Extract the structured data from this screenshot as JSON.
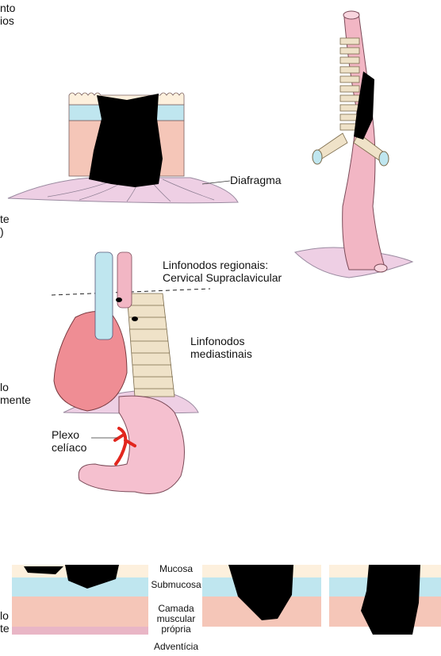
{
  "edge_fragments": {
    "top_left": "nto\nios",
    "mid_left_1": "te\n)",
    "mid_left_2": "lo\nmente",
    "bottom_left": "lo\nte"
  },
  "labels": {
    "diafragma": "Diafragma",
    "linfonodos_regionais": "Linfonodos regionais:\nCervical Supraclavicular",
    "linfonodos_mediastinais": "Linfonodos\nmediastinais",
    "plexo_celiaco": "Plexo\ncelíaco"
  },
  "layers": {
    "mucosa": "Mucosa",
    "submucosa": "Submucosa",
    "camada_muscular": "Camada\nmuscular\nprópria",
    "adventicia": "Adventícia"
  },
  "colors": {
    "mucosa_line": "#c9a36a",
    "submucosa": "#bfe6ef",
    "muscle": "#f5c6b8",
    "muscle_top": "#f4b7ae",
    "diaphragm": "#eecfe4",
    "tumor": "#000000",
    "esophagus": "#f2b6c4",
    "vessel": "#e2261e",
    "heart": "#ef8d94",
    "spine": "#efe2c8",
    "cartilage": "#b9e3ea"
  }
}
